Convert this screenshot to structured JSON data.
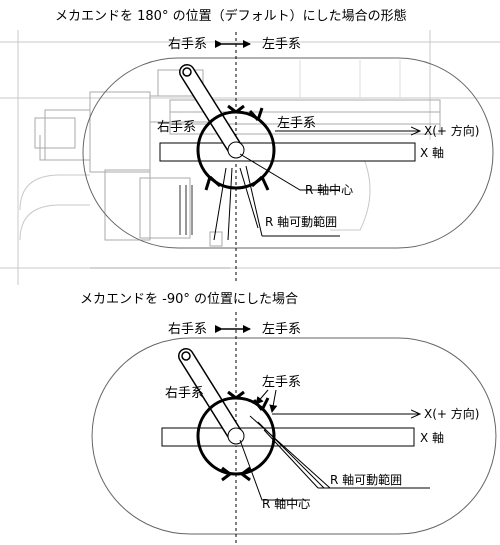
{
  "section_top": {
    "title": "メカエンドを 180° の位置（デフォルト）にした場合の形態",
    "right_hand": "右手系",
    "left_hand": "左手系",
    "arc_right_label": "右手系",
    "arc_left_label": "左手系",
    "x_plus_direction": "X(+ 方向)",
    "x_axis": "X 軸",
    "r_axis_center": "R 軸中心",
    "r_axis_range": "R 軸可動範囲"
  },
  "section_bottom": {
    "title": "メカエンドを -90° の位置にした場合",
    "right_hand": "右手系",
    "left_hand": "左手系",
    "arc_right_label": "右手系",
    "arc_left_label": "左手系",
    "x_plus_direction": "X(+ 方向)",
    "x_axis": "X 軸",
    "r_axis_center": "R 軸中心",
    "r_axis_range": "R 軸可動範囲"
  },
  "colors": {
    "line": "#000000",
    "faint": "#c8c8c8",
    "machine": "#b4b4b4"
  }
}
